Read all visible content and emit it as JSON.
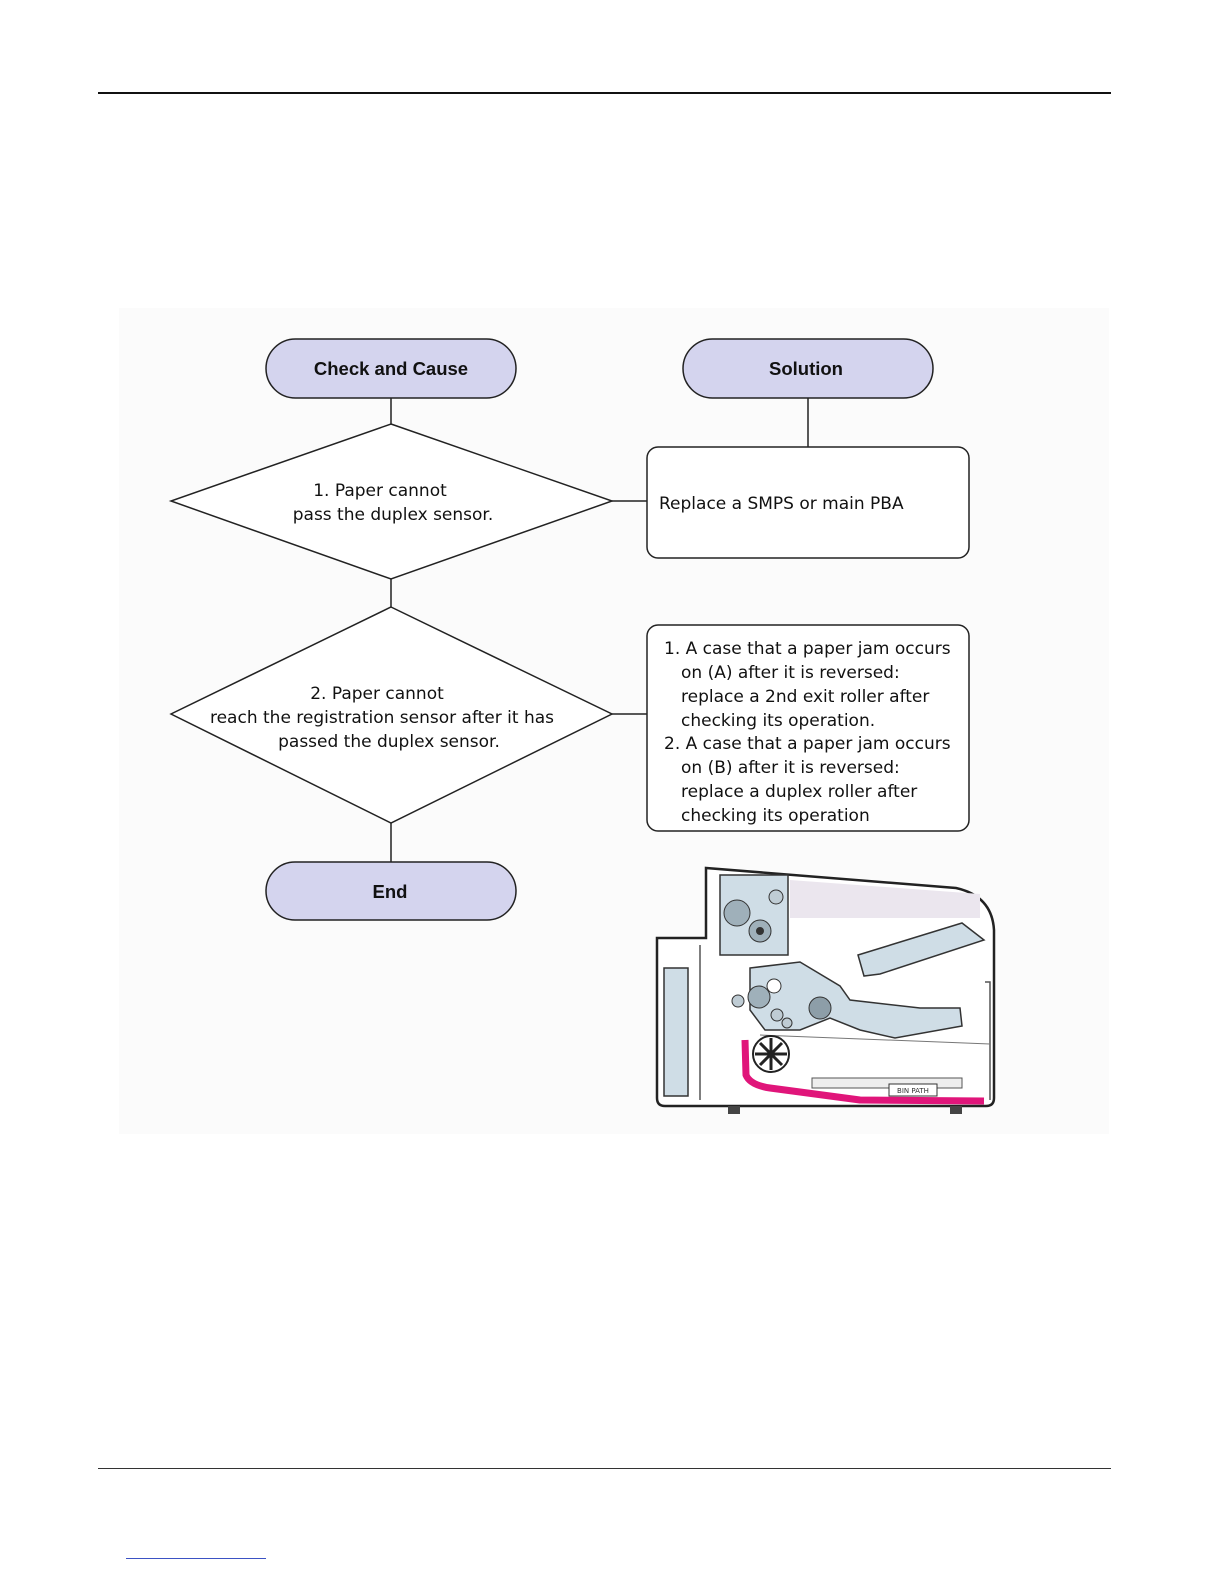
{
  "flowchart": {
    "header_left": "Check and Cause",
    "header_right": "Solution",
    "end": "End",
    "check1": [
      "1. Paper cannot",
      "pass the duplex sensor."
    ],
    "check2": [
      "2. Paper cannot",
      "reach the registration sensor after it has",
      "passed the duplex sensor."
    ],
    "solution1": "Replace a SMPS or main PBA",
    "solution2": [
      "1. A case that a paper jam occurs",
      "on (A) after it is reversed:",
      "replace a 2nd exit roller after",
      "checking its operation.",
      "2. A case that a paper jam occurs",
      "on (B) after it is reversed:",
      "replace a duplex roller after",
      "checking its operation"
    ]
  },
  "illustration": {
    "label": "BIN PATH",
    "path_color": "#e0157a"
  }
}
